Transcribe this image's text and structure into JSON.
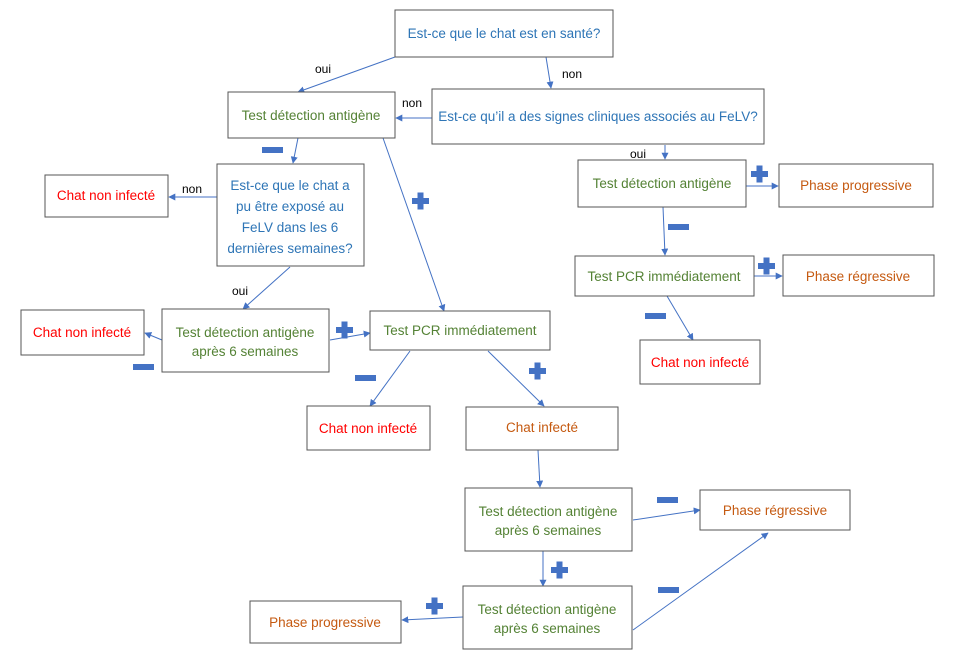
{
  "colors": {
    "question": "#2e75b6",
    "test": "#548235",
    "negative": "#ff0000",
    "orange": "#c55a11",
    "arrow": "#4472c4",
    "sign": "#4472c4",
    "box_border": "#555555"
  },
  "nodes": {
    "q_sante": {
      "text": "Est-ce que le chat est en santé?"
    },
    "q_signes": {
      "text": "Est-ce qu’il a des signes cliniques associés au FeLV?"
    },
    "test_antigene_1": {
      "text": "Test détection antigène"
    },
    "q_expose": {
      "lines": [
        "Est-ce que le chat a",
        "pu être exposé au",
        "FeLV dans les 6",
        "dernières semaines?"
      ]
    },
    "chat_non_infecte_1": {
      "text": "Chat non infecté"
    },
    "test_antigene_6s_1": {
      "lines": [
        "Test détection antigène",
        "après 6 semaines"
      ]
    },
    "chat_non_infecte_2": {
      "text": "Chat non infecté"
    },
    "test_pcr_1": {
      "text": "Test PCR immédiatement"
    },
    "chat_non_infecte_3": {
      "text": "Chat non infecté"
    },
    "chat_infecte": {
      "text": "Chat infecté"
    },
    "test_antigene_6s_2": {
      "lines": [
        "Test détection antigène",
        "après 6 semaines"
      ]
    },
    "phase_regressive_1": {
      "text": "Phase régressive"
    },
    "test_antigene_6s_3": {
      "lines": [
        "Test détection antigène",
        "après 6 semaines"
      ]
    },
    "phase_progressive_1": {
      "text": "Phase progressive"
    },
    "test_antigene_2": {
      "text": "Test détection antigène"
    },
    "phase_progressive_2": {
      "text": "Phase progressive"
    },
    "test_pcr_2": {
      "text": "Test PCR immédiatement"
    },
    "phase_regressive_2": {
      "text": "Phase régressive"
    },
    "chat_non_infecte_4": {
      "text": "Chat non infecté"
    }
  },
  "edge_labels": {
    "oui_1": "oui",
    "non_1": "non",
    "non_2": "non",
    "non_3": "non",
    "oui_2": "oui",
    "oui_3": "oui"
  }
}
